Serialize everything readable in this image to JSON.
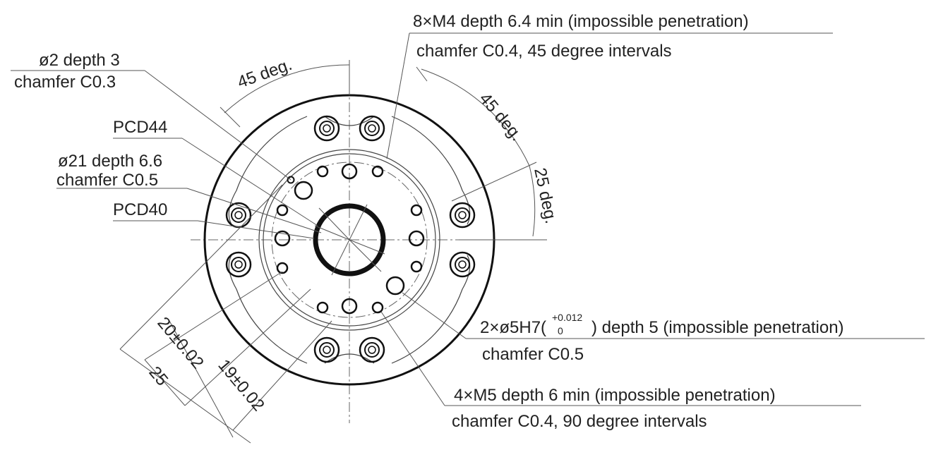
{
  "callouts": {
    "m4_line1": "8×M4 depth 6.4 min (impossible penetration)",
    "m4_line2": "chamfer C0.4, 45 degree intervals",
    "d2_line1": "ø2 depth 3",
    "d2_line2": "chamfer C0.3",
    "pcd44": "PCD44",
    "d21_line1": "ø21 depth 6.6",
    "d21_line2": "chamfer C0.5",
    "pcd40": "PCD40",
    "h7_prefix": "2×ø5H7(",
    "h7_upper": "+0.012",
    "h7_lower": "0",
    "h7_suffix": ") depth 5 (impossible penetration)",
    "h7_line2": "chamfer C0.5",
    "m5_line1": "4×M5 depth 6 min (impossible penetration)",
    "m5_line2": "chamfer C0.4, 90 degree intervals"
  },
  "dimensions": {
    "angle_top": "45 deg.",
    "angle_right_1": "45 deg.",
    "angle_right_2": "25 deg.",
    "dim_20": "20±0.02",
    "dim_25": "25",
    "dim_19": "19±0.02"
  }
}
